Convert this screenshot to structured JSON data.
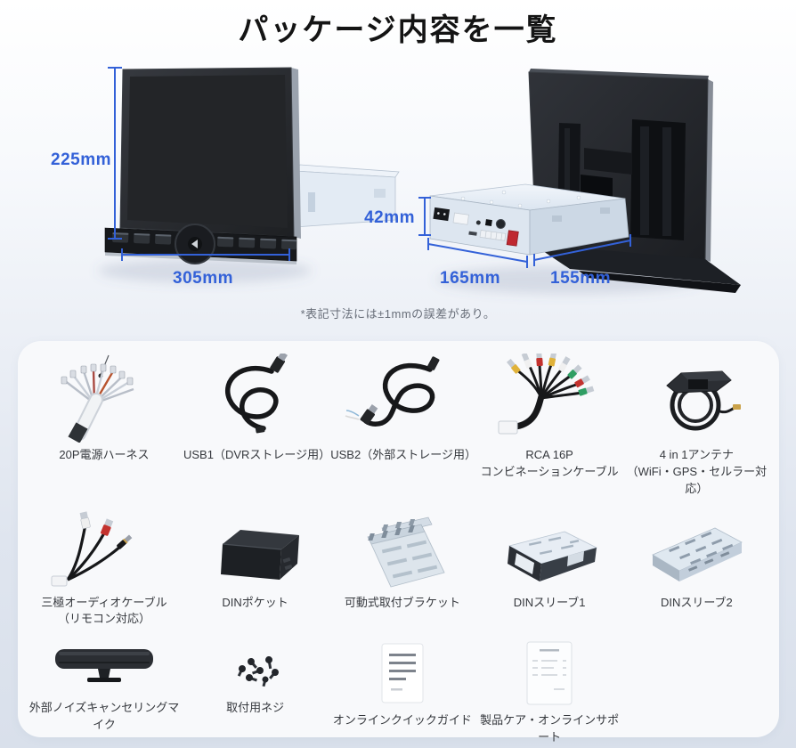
{
  "title": "パッケージ内容を一覧",
  "dimensions_note": "*表記寸法には±1mmの誤差があり。",
  "devices": {
    "front_view": {
      "height": "225mm",
      "width": "305mm"
    },
    "rear_view": {
      "height": "42mm",
      "width": "165mm",
      "depth": "155mm"
    }
  },
  "colors": {
    "dimension_blue": "#3361d8",
    "card_background": "#f8f9fb",
    "page_background": "#dae1ec",
    "title_text": "#141414",
    "label_text": "#35383d",
    "note_text": "#686e79"
  },
  "items": [
    {
      "id": "power-harness-20p",
      "label": "20P電源ハーネス"
    },
    {
      "id": "usb1-cable",
      "label": "USB1（DVRストレージ用）"
    },
    {
      "id": "usb2-cable",
      "label": "USB2（外部ストレージ用）"
    },
    {
      "id": "rca-16p-cable",
      "label": "RCA 16P\nコンビネーションケーブル"
    },
    {
      "id": "antenna-4in1",
      "label": "4 in 1アンテナ\n（WiFi・GPS・セルラー対応）"
    },
    {
      "id": "audio-3pole-cable",
      "label": "三極オーディオケーブル\n（リモコン対応）"
    },
    {
      "id": "din-pocket",
      "label": "DINポケット"
    },
    {
      "id": "mounting-bracket",
      "label": "可動式取付ブラケット"
    },
    {
      "id": "din-sleeve-1",
      "label": "DINスリーブ1"
    },
    {
      "id": "din-sleeve-2",
      "label": "DINスリーブ2"
    },
    {
      "id": "external-mic",
      "label": "外部ノイズキャンセリングマイク"
    },
    {
      "id": "mounting-screws",
      "label": "取付用ネジ"
    },
    {
      "id": "online-quick-guide",
      "label": "オンラインクイックガイド"
    },
    {
      "id": "product-care-support",
      "label": "製品ケア・オンラインサポート"
    }
  ]
}
